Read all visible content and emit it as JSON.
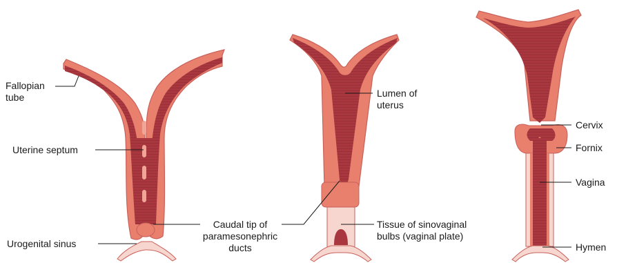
{
  "labels": {
    "fallopian_tube": "Fallopian\ntube",
    "uterine_septum": "Uterine septum",
    "urogenital_sinus": "Urogenital sinus",
    "caudal_tip": "Caudal tip of\nparamesonephric\nducts",
    "lumen_of_uterus": "Lumen of\nuterus",
    "tissue_sinovaginal": "Tissue of sinovaginal\nbulbs (vaginal plate)",
    "cervix": "Cervix",
    "fornix": "Fornix",
    "vagina": "Vagina",
    "hymen": "Hymen"
  },
  "colors": {
    "outer_wall": "#e8806d",
    "lumen": "#a8373f",
    "lumen_dark_stripe": "#8f2a33",
    "sinus_tissue": "#f7d6cf",
    "outline": "#c9605a"
  }
}
